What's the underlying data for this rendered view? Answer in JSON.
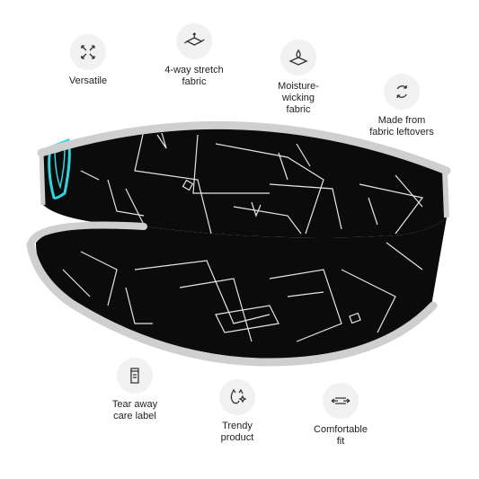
{
  "features": [
    {
      "id": "versatile",
      "label": "Versatile",
      "icon": "arrows-expand-icon"
    },
    {
      "id": "stretch",
      "label": "4-way stretch\nfabric",
      "icon": "fabric-stretch-icon"
    },
    {
      "id": "moisture",
      "label": "Moisture-\nwicking\nfabric",
      "icon": "water-drop-fabric-icon"
    },
    {
      "id": "leftovers",
      "label": "Made from\nfabric leftovers",
      "icon": "recycle-icon"
    },
    {
      "id": "tearaway",
      "label": "Tear away\ncare label",
      "icon": "care-label-icon"
    },
    {
      "id": "trendy",
      "label": "Trendy\nproduct",
      "icon": "sparkle-cat-icon"
    },
    {
      "id": "comfortable",
      "label": "Comfortable\nfit",
      "icon": "stretch-arrows-icon"
    }
  ],
  "product": {
    "name_icon": "headband-image",
    "colors": {
      "band": "#0b0b0b",
      "trim": "#cfcfcf",
      "pattern": "#e6e6e6",
      "logo": "#2fd6e0"
    }
  }
}
